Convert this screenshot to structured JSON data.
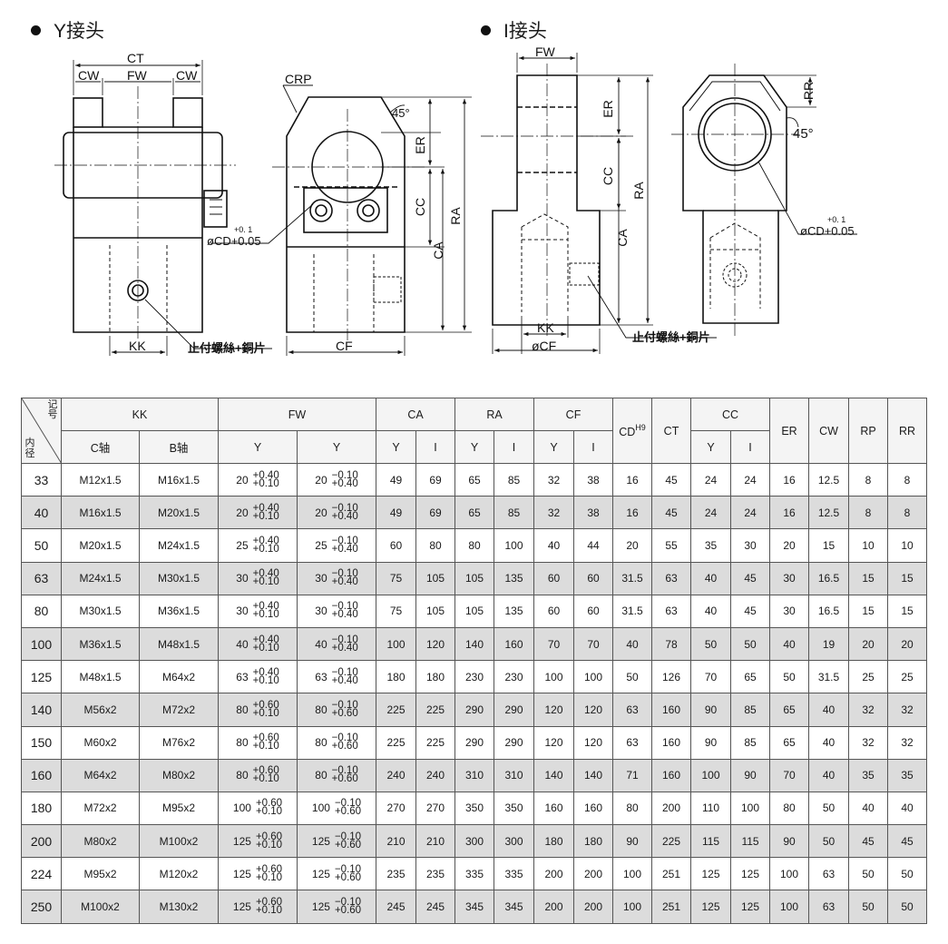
{
  "headings": {
    "y_joint": "Y接头",
    "i_joint": "I接头"
  },
  "drawing_labels": {
    "ct": "CT",
    "cw": "CW",
    "fw": "FW",
    "kk": "KK",
    "crp": "CRP",
    "angle": "45°",
    "er": "ER",
    "cc": "CC",
    "ca": "CA",
    "ra": "RA",
    "rr": "RR",
    "cf": "CF",
    "cf_dia": "øCF",
    "cd_main": "øCD+0.05",
    "cd_upper": "+0. 1",
    "screw_note": "止付螺絲+銅片"
  },
  "table": {
    "corner_top": "记号",
    "corner_bottom": "内径",
    "group_headers": {
      "kk": "KK",
      "fw": "FW",
      "ca": "CA",
      "ra": "RA",
      "cf": "CF",
      "cd": "CD",
      "cd_sup": "H9",
      "ct": "CT",
      "cc": "CC",
      "er": "ER",
      "cw": "CW",
      "rp": "RP",
      "rr": "RR"
    },
    "sub_headers": {
      "kk_c": "C轴",
      "kk_b": "B轴",
      "fw_y1": "Y",
      "fw_y2": "Y",
      "ca_y": "Y",
      "ca_i": "I",
      "ra_y": "Y",
      "ra_i": "I",
      "cf_y": "Y",
      "cf_i": "I",
      "cc_y": "Y",
      "cc_i": "I"
    },
    "rows": [
      {
        "bore": "33",
        "kk_c": "M12x1.5",
        "kk_b": "M16x1.5",
        "fw1": "20",
        "fw1_up": "+0.40",
        "fw1_lo": "+0.10",
        "fw2": "20",
        "fw2_up": "−0.10",
        "fw2_lo": "+0.40",
        "ca_y": "49",
        "ca_i": "69",
        "ra_y": "65",
        "ra_i": "85",
        "cf_y": "32",
        "cf_i": "38",
        "cd": "16",
        "ct": "45",
        "cc_y": "24",
        "cc_i": "24",
        "er": "16",
        "cw": "12.5",
        "rp": "8",
        "rr": "8"
      },
      {
        "bore": "40",
        "kk_c": "M16x1.5",
        "kk_b": "M20x1.5",
        "fw1": "20",
        "fw1_up": "+0.40",
        "fw1_lo": "+0.10",
        "fw2": "20",
        "fw2_up": "−0.10",
        "fw2_lo": "+0.40",
        "ca_y": "49",
        "ca_i": "69",
        "ra_y": "65",
        "ra_i": "85",
        "cf_y": "32",
        "cf_i": "38",
        "cd": "16",
        "ct": "45",
        "cc_y": "24",
        "cc_i": "24",
        "er": "16",
        "cw": "12.5",
        "rp": "8",
        "rr": "8"
      },
      {
        "bore": "50",
        "kk_c": "M20x1.5",
        "kk_b": "M24x1.5",
        "fw1": "25",
        "fw1_up": "+0.40",
        "fw1_lo": "+0.10",
        "fw2": "25",
        "fw2_up": "−0.10",
        "fw2_lo": "+0.40",
        "ca_y": "60",
        "ca_i": "80",
        "ra_y": "80",
        "ra_i": "100",
        "cf_y": "40",
        "cf_i": "44",
        "cd": "20",
        "ct": "55",
        "cc_y": "35",
        "cc_i": "30",
        "er": "20",
        "cw": "15",
        "rp": "10",
        "rr": "10"
      },
      {
        "bore": "63",
        "kk_c": "M24x1.5",
        "kk_b": "M30x1.5",
        "fw1": "30",
        "fw1_up": "+0.40",
        "fw1_lo": "+0.10",
        "fw2": "30",
        "fw2_up": "−0.10",
        "fw2_lo": "+0.40",
        "ca_y": "75",
        "ca_i": "105",
        "ra_y": "105",
        "ra_i": "135",
        "cf_y": "60",
        "cf_i": "60",
        "cd": "31.5",
        "ct": "63",
        "cc_y": "40",
        "cc_i": "45",
        "er": "30",
        "cw": "16.5",
        "rp": "15",
        "rr": "15"
      },
      {
        "bore": "80",
        "kk_c": "M30x1.5",
        "kk_b": "M36x1.5",
        "fw1": "30",
        "fw1_up": "+0.40",
        "fw1_lo": "+0.10",
        "fw2": "30",
        "fw2_up": "−0.10",
        "fw2_lo": "+0.40",
        "ca_y": "75",
        "ca_i": "105",
        "ra_y": "105",
        "ra_i": "135",
        "cf_y": "60",
        "cf_i": "60",
        "cd": "31.5",
        "ct": "63",
        "cc_y": "40",
        "cc_i": "45",
        "er": "30",
        "cw": "16.5",
        "rp": "15",
        "rr": "15"
      },
      {
        "bore": "100",
        "kk_c": "M36x1.5",
        "kk_b": "M48x1.5",
        "fw1": "40",
        "fw1_up": "+0.40",
        "fw1_lo": "+0.10",
        "fw2": "40",
        "fw2_up": "−0.10",
        "fw2_lo": "+0.40",
        "ca_y": "100",
        "ca_i": "120",
        "ra_y": "140",
        "ra_i": "160",
        "cf_y": "70",
        "cf_i": "70",
        "cd": "40",
        "ct": "78",
        "cc_y": "50",
        "cc_i": "50",
        "er": "40",
        "cw": "19",
        "rp": "20",
        "rr": "20"
      },
      {
        "bore": "125",
        "kk_c": "M48x1.5",
        "kk_b": "M64x2",
        "fw1": "63",
        "fw1_up": "+0.40",
        "fw1_lo": "+0.10",
        "fw2": "63",
        "fw2_up": "−0.10",
        "fw2_lo": "+0.40",
        "ca_y": "180",
        "ca_i": "180",
        "ra_y": "230",
        "ra_i": "230",
        "cf_y": "100",
        "cf_i": "100",
        "cd": "50",
        "ct": "126",
        "cc_y": "70",
        "cc_i": "65",
        "er": "50",
        "cw": "31.5",
        "rp": "25",
        "rr": "25"
      },
      {
        "bore": "140",
        "kk_c": "M56x2",
        "kk_b": "M72x2",
        "fw1": "80",
        "fw1_up": "+0.60",
        "fw1_lo": "+0.10",
        "fw2": "80",
        "fw2_up": "−0.10",
        "fw2_lo": "+0.60",
        "ca_y": "225",
        "ca_i": "225",
        "ra_y": "290",
        "ra_i": "290",
        "cf_y": "120",
        "cf_i": "120",
        "cd": "63",
        "ct": "160",
        "cc_y": "90",
        "cc_i": "85",
        "er": "65",
        "cw": "40",
        "rp": "32",
        "rr": "32"
      },
      {
        "bore": "150",
        "kk_c": "M60x2",
        "kk_b": "M76x2",
        "fw1": "80",
        "fw1_up": "+0.60",
        "fw1_lo": "+0.10",
        "fw2": "80",
        "fw2_up": "−0.10",
        "fw2_lo": "+0.60",
        "ca_y": "225",
        "ca_i": "225",
        "ra_y": "290",
        "ra_i": "290",
        "cf_y": "120",
        "cf_i": "120",
        "cd": "63",
        "ct": "160",
        "cc_y": "90",
        "cc_i": "85",
        "er": "65",
        "cw": "40",
        "rp": "32",
        "rr": "32"
      },
      {
        "bore": "160",
        "kk_c": "M64x2",
        "kk_b": "M80x2",
        "fw1": "80",
        "fw1_up": "+0.60",
        "fw1_lo": "+0.10",
        "fw2": "80",
        "fw2_up": "−0.10",
        "fw2_lo": "+0.60",
        "ca_y": "240",
        "ca_i": "240",
        "ra_y": "310",
        "ra_i": "310",
        "cf_y": "140",
        "cf_i": "140",
        "cd": "71",
        "ct": "160",
        "cc_y": "100",
        "cc_i": "90",
        "er": "70",
        "cw": "40",
        "rp": "35",
        "rr": "35"
      },
      {
        "bore": "180",
        "kk_c": "M72x2",
        "kk_b": "M95x2",
        "fw1": "100",
        "fw1_up": "+0.60",
        "fw1_lo": "+0.10",
        "fw2": "100",
        "fw2_up": "−0.10",
        "fw2_lo": "+0.60",
        "ca_y": "270",
        "ca_i": "270",
        "ra_y": "350",
        "ra_i": "350",
        "cf_y": "160",
        "cf_i": "160",
        "cd": "80",
        "ct": "200",
        "cc_y": "110",
        "cc_i": "100",
        "er": "80",
        "cw": "50",
        "rp": "40",
        "rr": "40"
      },
      {
        "bore": "200",
        "kk_c": "M80x2",
        "kk_b": "M100x2",
        "fw1": "125",
        "fw1_up": "+0.60",
        "fw1_lo": "+0.10",
        "fw2": "125",
        "fw2_up": "−0.10",
        "fw2_lo": "+0.60",
        "ca_y": "210",
        "ca_i": "210",
        "ra_y": "300",
        "ra_i": "300",
        "cf_y": "180",
        "cf_i": "180",
        "cd": "90",
        "ct": "225",
        "cc_y": "115",
        "cc_i": "115",
        "er": "90",
        "cw": "50",
        "rp": "45",
        "rr": "45"
      },
      {
        "bore": "224",
        "kk_c": "M95x2",
        "kk_b": "M120x2",
        "fw1": "125",
        "fw1_up": "+0.60",
        "fw1_lo": "+0.10",
        "fw2": "125",
        "fw2_up": "−0.10",
        "fw2_lo": "+0.60",
        "ca_y": "235",
        "ca_i": "235",
        "ra_y": "335",
        "ra_i": "335",
        "cf_y": "200",
        "cf_i": "200",
        "cd": "100",
        "ct": "251",
        "cc_y": "125",
        "cc_i": "125",
        "er": "100",
        "cw": "63",
        "rp": "50",
        "rr": "50"
      },
      {
        "bore": "250",
        "kk_c": "M100x2",
        "kk_b": "M130x2",
        "fw1": "125",
        "fw1_up": "+0.60",
        "fw1_lo": "+0.10",
        "fw2": "125",
        "fw2_up": "−0.10",
        "fw2_lo": "+0.60",
        "ca_y": "245",
        "ca_i": "245",
        "ra_y": "345",
        "ra_i": "345",
        "cf_y": "200",
        "cf_i": "200",
        "cd": "100",
        "ct": "251",
        "cc_y": "125",
        "cc_i": "125",
        "er": "100",
        "cw": "63",
        "rp": "50",
        "rr": "50"
      }
    ]
  }
}
